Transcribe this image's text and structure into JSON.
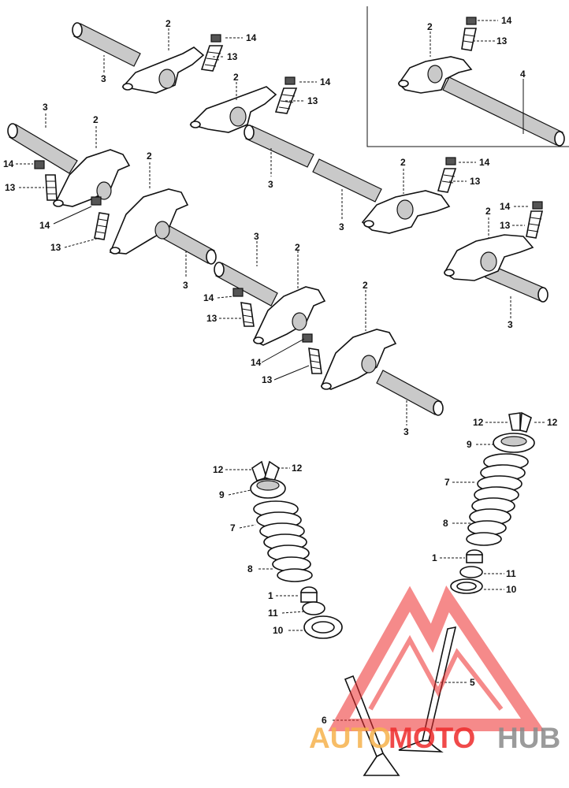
{
  "diagram": {
    "labels": {
      "valve_rocker_arm": "2",
      "rocker_arm_shaft": "3",
      "rocker_arm_shaft_long": "4",
      "exhaust_valve": "5",
      "intake_valve": "6",
      "outer_spring": "7",
      "inner_spring": "8",
      "retainer": "9",
      "spring_seat": "10",
      "inner_seat": "11",
      "cotter": "12",
      "adjusting_screw": "13",
      "lock_nut": "14",
      "stem_seal": "1"
    }
  },
  "watermark": {
    "part1": "AUTO",
    "part2": "MOTO",
    "part3": "HUB",
    "color_orange": "#f6b24d",
    "color_red": "#ee2b2b",
    "color_gray": "#8a8a8a"
  }
}
